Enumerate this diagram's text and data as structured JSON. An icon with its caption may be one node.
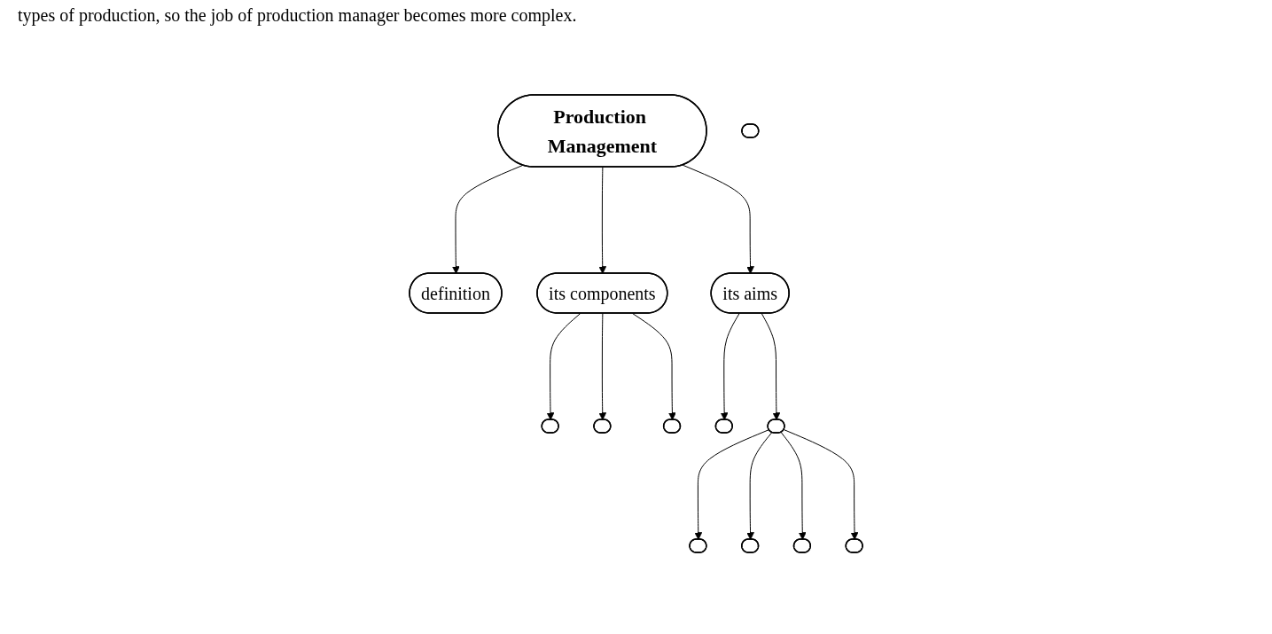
{
  "diagram": {
    "nodes": [
      {
        "text": [
          "definition"
        ]
      },
      {
        "text": [
          "Production Management"
        ]
      },
      {
        "text": [
          "its components"
        ]
      },
      {
        "text": [],
        "shape": "ellipse"
      },
      {
        "text": [
          "its aims"
        ]
      },
      {
        "text": [],
        "shape": "ellipse"
      },
      {
        "text": [],
        "shape": "ellipse"
      },
      {
        "text": [],
        "shape": "ellipse"
      },
      {
        "text": [],
        "shape": "ellipse"
      },
      {
        "text": [],
        "shape": "ellipse"
      },
      {
        "text": [],
        "shape": "ellipse"
      },
      {
        "text": [],
        "shape": "ellipse"
      },
      {
        "text": [],
        "shape": "ellipse"
      },
      {
        "text": [],
        "shape": "ellipse"
      }
    ],
    "edges": [
      {
        "from": 1,
        "to": 0,
        "arrow": "to"
      },
      {
        "from": 1,
        "to": 2,
        "arrow": "to"
      },
      {
        "from": 2,
        "to": 3,
        "arrow": "to"
      },
      {
        "from": 1,
        "to": 4,
        "arrow": "to"
      },
      {
        "from": 4,
        "to": 5,
        "arrow": "to"
      },
      {
        "from": 4,
        "to": 6,
        "arrow": "to"
      },
      {
        "from": 2,
        "to": 10,
        "arrow": "to"
      },
      {
        "from": 2,
        "to": 11,
        "arrow": "to"
      },
      {
        "from": 6,
        "to": 7,
        "arrow": "to"
      },
      {
        "from": 6,
        "to": 8,
        "arrow": "to"
      },
      {
        "from": 6,
        "to": 12,
        "arrow": "to"
      },
      {
        "from": 6,
        "to": 13,
        "arrow": "to"
      }
    ],
    "labels": [
      "types of production, so the job of production manager becomes more complex."
    ]
  }
}
